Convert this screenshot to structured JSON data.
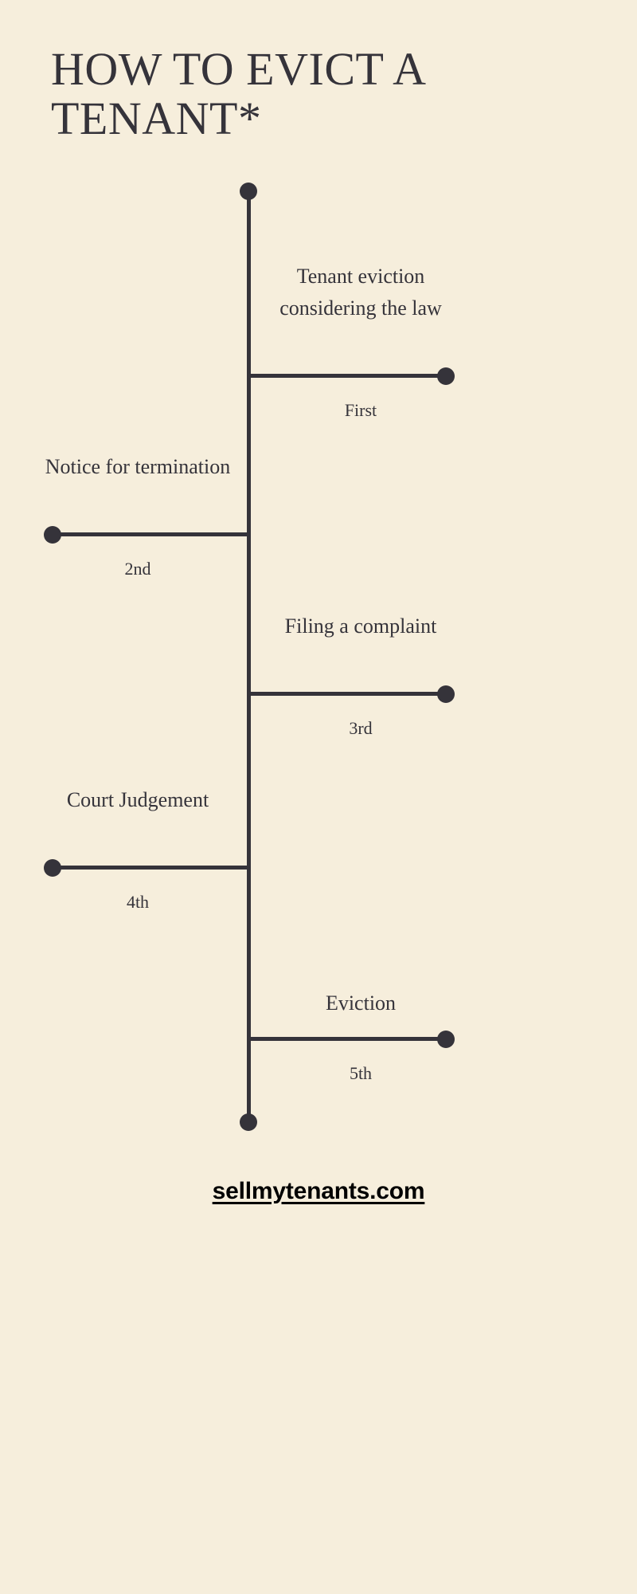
{
  "poster": {
    "title": "HOW TO EVICT A TENANT*",
    "background_color": "#F6EEDC",
    "ink_color": "#35333A",
    "footer_color": "#000000"
  },
  "timeline": {
    "orientation": "vertical",
    "steps": [
      {
        "ordinal": "First",
        "title": "Tenant eviction considering the law",
        "side": "right"
      },
      {
        "ordinal": "2nd",
        "title": "Notice for termination",
        "side": "left"
      },
      {
        "ordinal": "3rd",
        "title": "Filing a complaint",
        "side": "right"
      },
      {
        "ordinal": "4th",
        "title": "Court Judgement",
        "side": "left"
      },
      {
        "ordinal": "5th",
        "title": "Eviction",
        "side": "right"
      }
    ]
  },
  "footer": {
    "link_text": "sellmytenants.com"
  }
}
